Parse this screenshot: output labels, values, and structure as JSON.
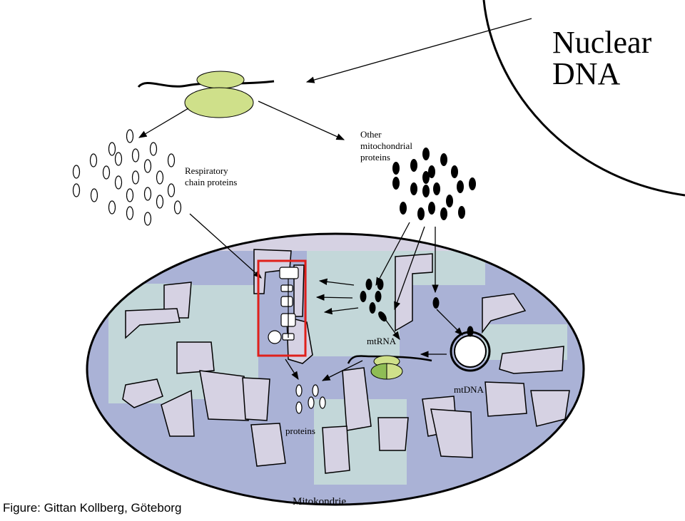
{
  "labels": {
    "nuclear_line1": "Nuclear",
    "nuclear_line2": "DNA",
    "respiratory_line1": "Respiratory",
    "respiratory_line2": "chain proteins",
    "other_line1": "Other",
    "other_line2": "mitochondrial",
    "other_line3": "proteins",
    "mtrna": "mtRNA",
    "mtdna": "mtDNA",
    "proteins": "proteins",
    "mitokondrie": "Mitokondrie",
    "figure_credit": "Figure: Gittan Kollberg, Göteborg"
  },
  "colors": {
    "outer_membrane_fill": "#d6d2e3",
    "matrix_blue": "#aab2d6",
    "matrix_teal": "#c3d7d9",
    "ribosome_green": "#cfe08a",
    "ribosome_dark": "#8fbd55",
    "highlight_red": "#e0201b",
    "black": "#000000"
  },
  "icons": {
    "mtdna": "circular-dna-ring",
    "ribosome": "ribosome-two-subunits",
    "complex": "respiratory-chain-complex"
  }
}
